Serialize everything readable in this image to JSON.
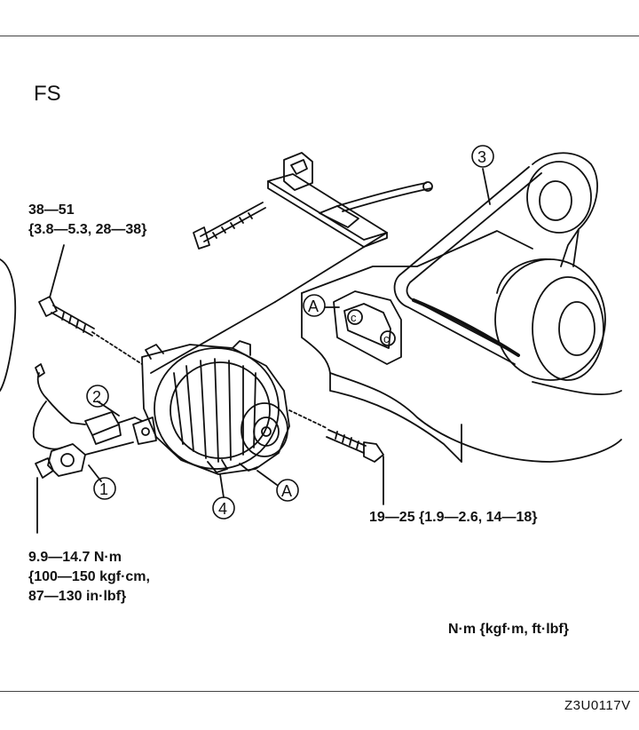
{
  "engine": "FS",
  "torque_specs": {
    "bolt_top": [
      "38—51",
      "{3.8—5.3, 28—38}"
    ],
    "bolt_right": [
      "19—25 {1.9—2.6, 14—18}"
    ],
    "terminal": [
      "9.9—14.7 N·m",
      "{100—150 kgf·cm,",
      "87—130 in·lbf}"
    ]
  },
  "units": "N·m {kgf·m, ft·lbf}",
  "callouts": {
    "c1": "1",
    "c2": "2",
    "c3": "3",
    "c4": "4",
    "cA1": "A",
    "cA2": "A"
  },
  "bracket_letters": [
    "c",
    "c"
  ],
  "figure_code": "Z3U0117V"
}
